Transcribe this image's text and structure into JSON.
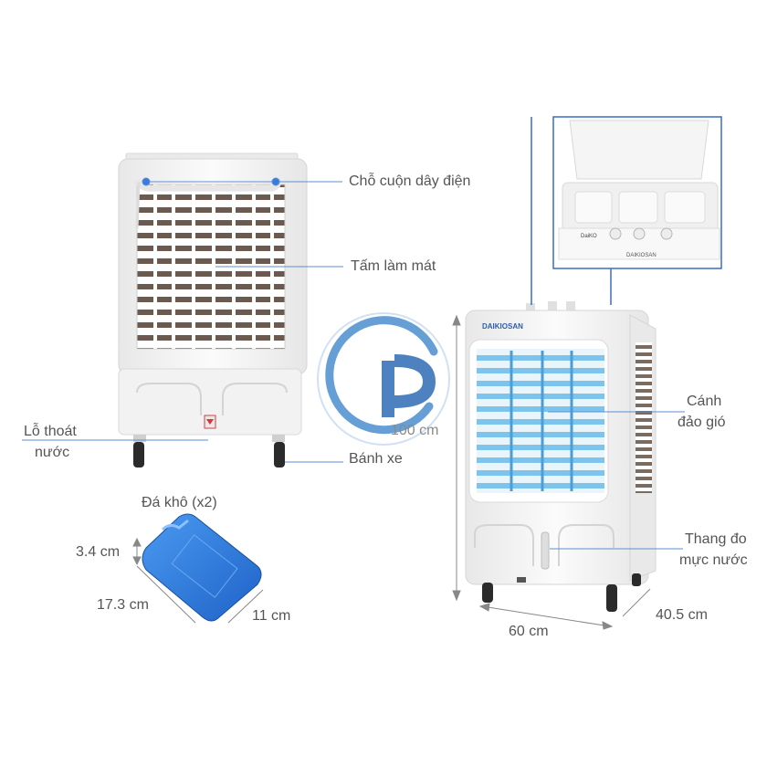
{
  "labels": {
    "cord_hook": "Chỗ cuộn dây điện",
    "cooling_pad": "Tấm làm mát",
    "drain_line1": "Lỗ thoát",
    "drain_line2": "nước",
    "wheel": "Bánh xe",
    "louver_line1": "Cánh",
    "louver_line2": "đảo gió",
    "gauge_line1": "Thang đo",
    "gauge_line2": "mực nước",
    "ice_pack": "Đá khô (x2)"
  },
  "dimensions": {
    "height": "100 cm",
    "width": "60 cm",
    "depth": "40.5 cm",
    "ice_thickness": "3.4 cm",
    "ice_length": "17.3 cm",
    "ice_width": "11 cm"
  },
  "brand": {
    "front_panel": "DAIKIOSAN",
    "control_panel": "DAIKIOSAN",
    "control_small": "DaiKO"
  },
  "watermark": {
    "letters": "GP"
  },
  "colors": {
    "callout_line": "#5b8fd6",
    "callout_dot": "#3a7be0",
    "louver_blue": "#7cc4ec",
    "ice_blue": "#2f7fe0",
    "body_white": "#f4f4f4",
    "mesh_brown": "#5a4a42"
  }
}
